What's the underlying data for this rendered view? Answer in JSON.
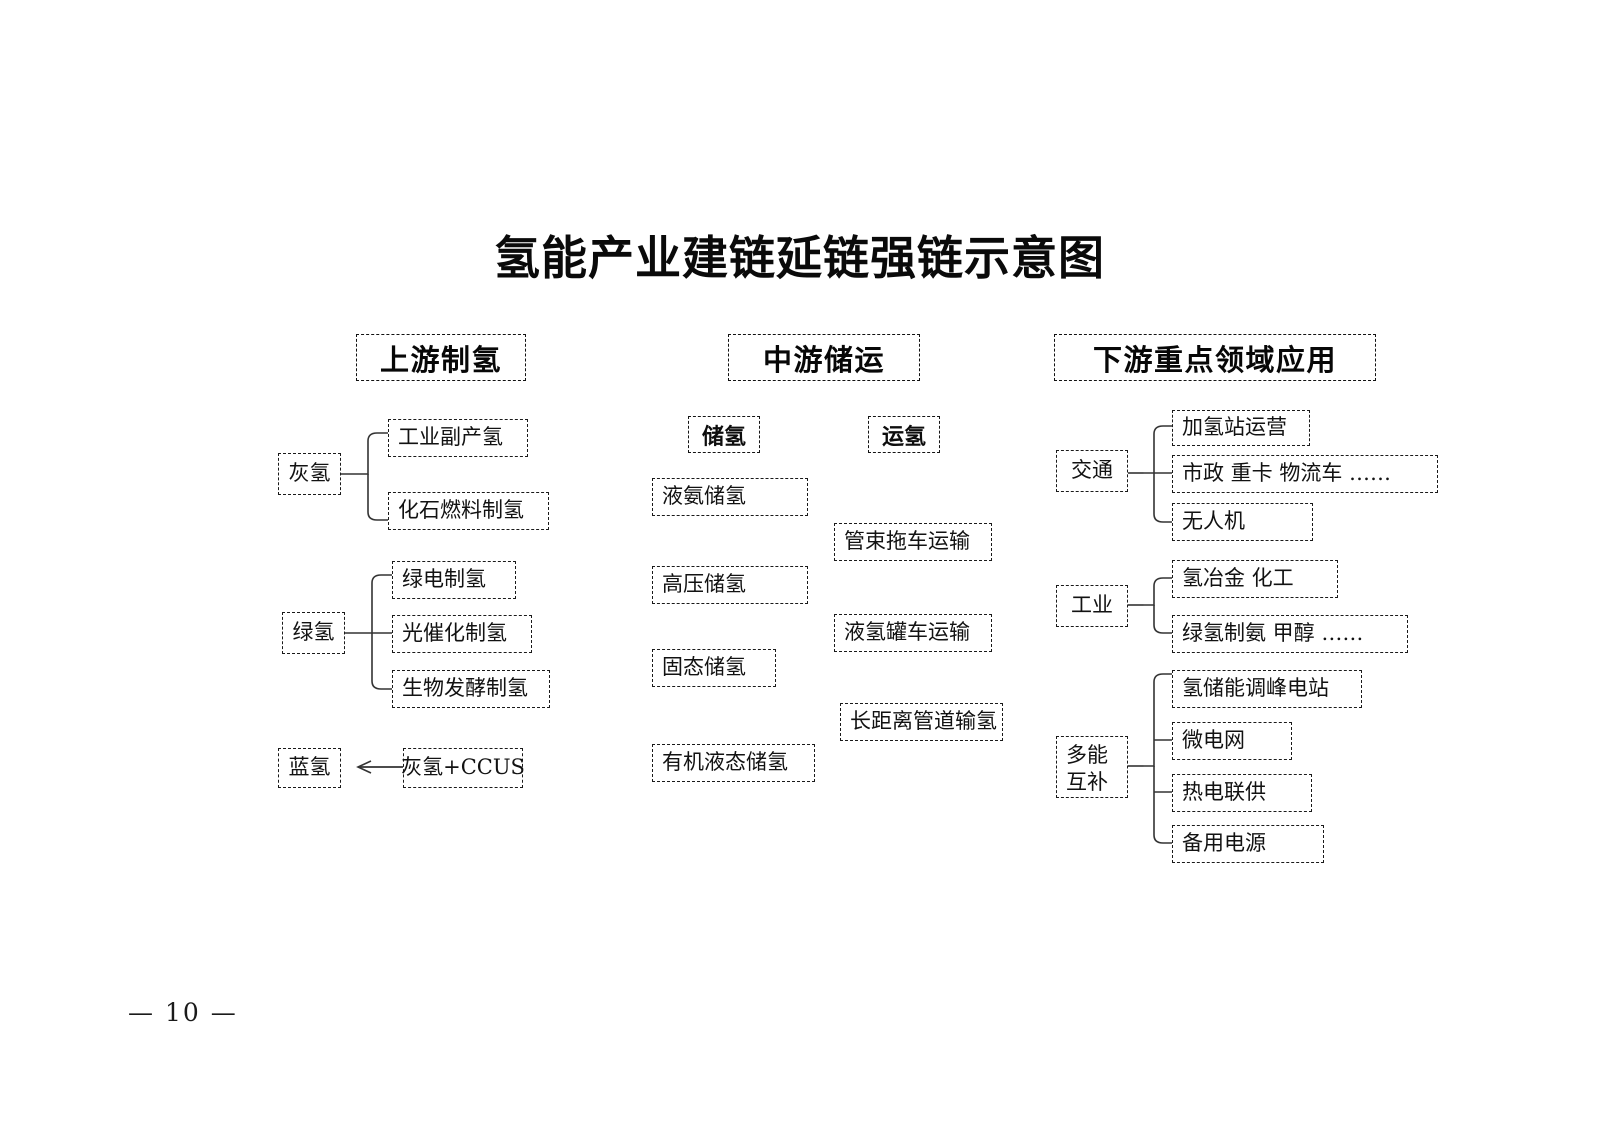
{
  "document": {
    "title": "氢能产业建链延链强链示意图",
    "page_number": "— 10 —"
  },
  "sections": {
    "upstream": {
      "header": "上游制氢",
      "groups": [
        {
          "parent": "灰氢",
          "children": [
            "工业副产氢",
            "化石燃料制氢"
          ]
        },
        {
          "parent": "绿氢",
          "children": [
            "绿电制氢",
            "光催化制氢",
            "生物发酵制氢"
          ]
        }
      ],
      "blue": {
        "parent": "蓝氢",
        "arrow": "←",
        "source": "灰氢+CCUS"
      }
    },
    "midstream": {
      "header": "中游储运",
      "storage": {
        "sub_header": "储氢",
        "items": [
          "液氨储氢",
          "高压储氢",
          "固态储氢",
          "有机液态储氢"
        ]
      },
      "transport": {
        "sub_header": "运氢",
        "items": [
          "管束拖车运输",
          "液氢罐车运输",
          "长距离管道输氢"
        ]
      }
    },
    "downstream": {
      "header": "下游重点领域应用",
      "groups": [
        {
          "parent": "交通",
          "children": [
            "加氢站运营",
            "市政 重卡 物流车 ……",
            "无人机"
          ]
        },
        {
          "parent": "工业",
          "children": [
            "氢冶金 化工",
            "绿氢制氨 甲醇 ……"
          ]
        },
        {
          "parent_line1": "多能",
          "parent_line2": "互补",
          "children": [
            "氢储能调峰电站",
            "微电网",
            "热电联供",
            "备用电源"
          ]
        }
      ]
    }
  },
  "colors": {
    "ink": "#111111",
    "line": "#333333",
    "background": "#ffffff"
  }
}
